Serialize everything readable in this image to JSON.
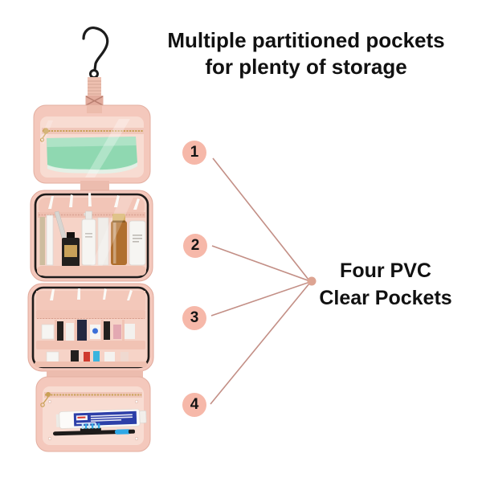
{
  "title": {
    "line1": "Multiple partitioned pockets",
    "line2": "for plenty of storage"
  },
  "callouts": {
    "markers": [
      "1",
      "2",
      "3",
      "4"
    ],
    "label": {
      "line1": "Four PVC",
      "line2": "Clear Pockets"
    }
  },
  "colors": {
    "ink": "#111111",
    "marker_fill": "#f6b8a9",
    "marker_text": "#141414",
    "callout_line": "#c38f86",
    "callout_dot": "#dda492",
    "bag_pink": "#f4c8bc",
    "strap_pink": "#eec0b0",
    "bag_inner": "#f6d3c7",
    "pvc_tint": "#f8dcd2",
    "shelf_pink": "#f1c3b4",
    "hinge_pink": "#ecbcae",
    "trim_black": "#1d1b1a",
    "hook_black": "#1c1c1c",
    "zipper_gold": "#c9a055",
    "towel_green": "#8fd8b1",
    "towel_lace": "#e2f2e8",
    "amber": "#b06f2e",
    "amber_cap": "#d8b269",
    "white_item": "#f6f5f2",
    "dark_item": "#23201e",
    "toothpaste_blue": "#2c3fa8",
    "brush_blue": "#2fa8e6"
  }
}
